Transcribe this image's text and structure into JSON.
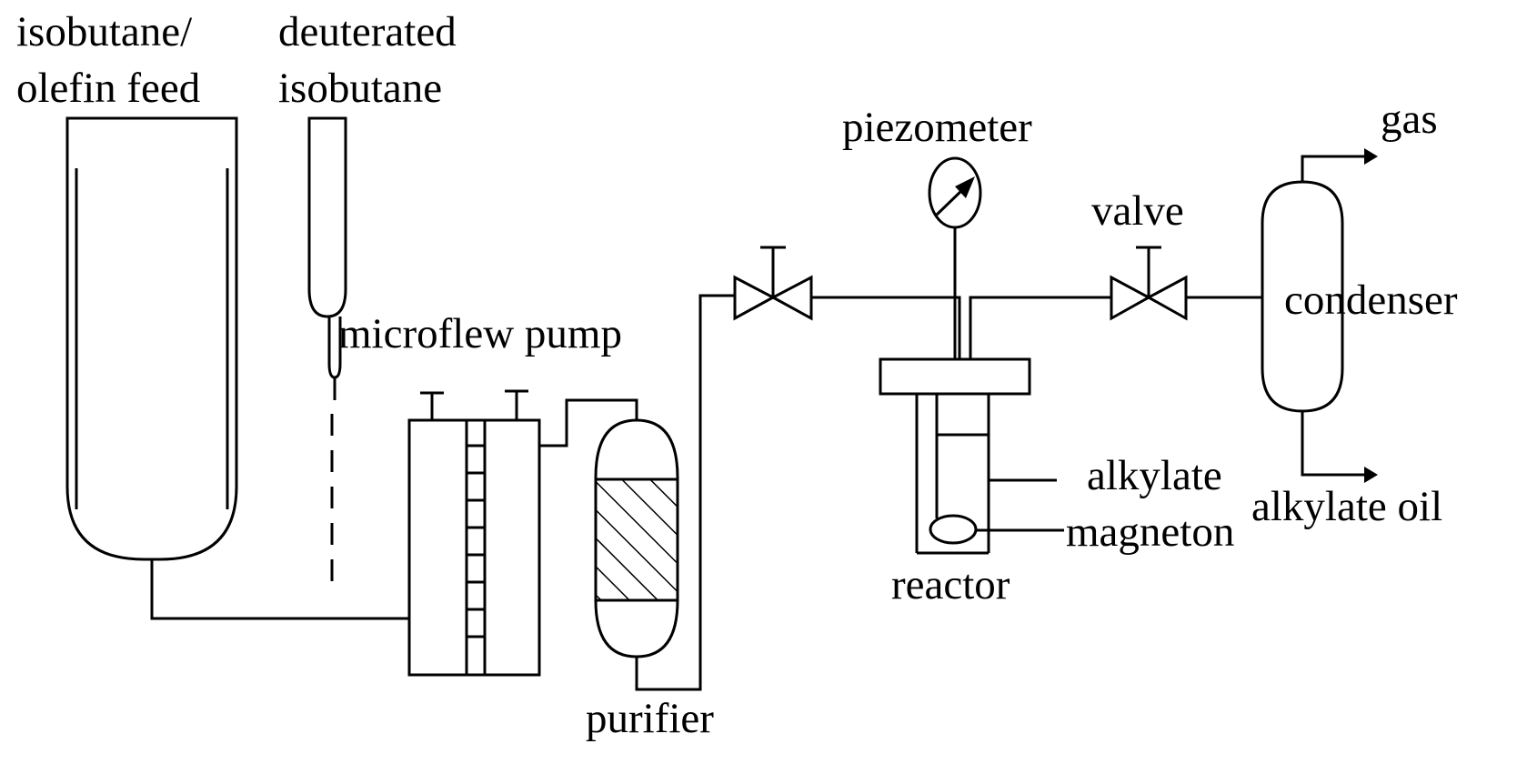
{
  "labels": {
    "feed_line1": "isobutane/",
    "feed_line2": "olefin feed",
    "deut_line1": "deuterated",
    "deut_line2": "isobutane",
    "pump": "microflew pump",
    "purifier": "purifier",
    "piezometer": "piezometer",
    "valve": "valve",
    "gas": "gas",
    "condenser": "condenser",
    "alkylate": "alkylate",
    "alkylate_oil": "alkylate oil",
    "magneton": "magneton",
    "reactor": "reactor"
  }
}
